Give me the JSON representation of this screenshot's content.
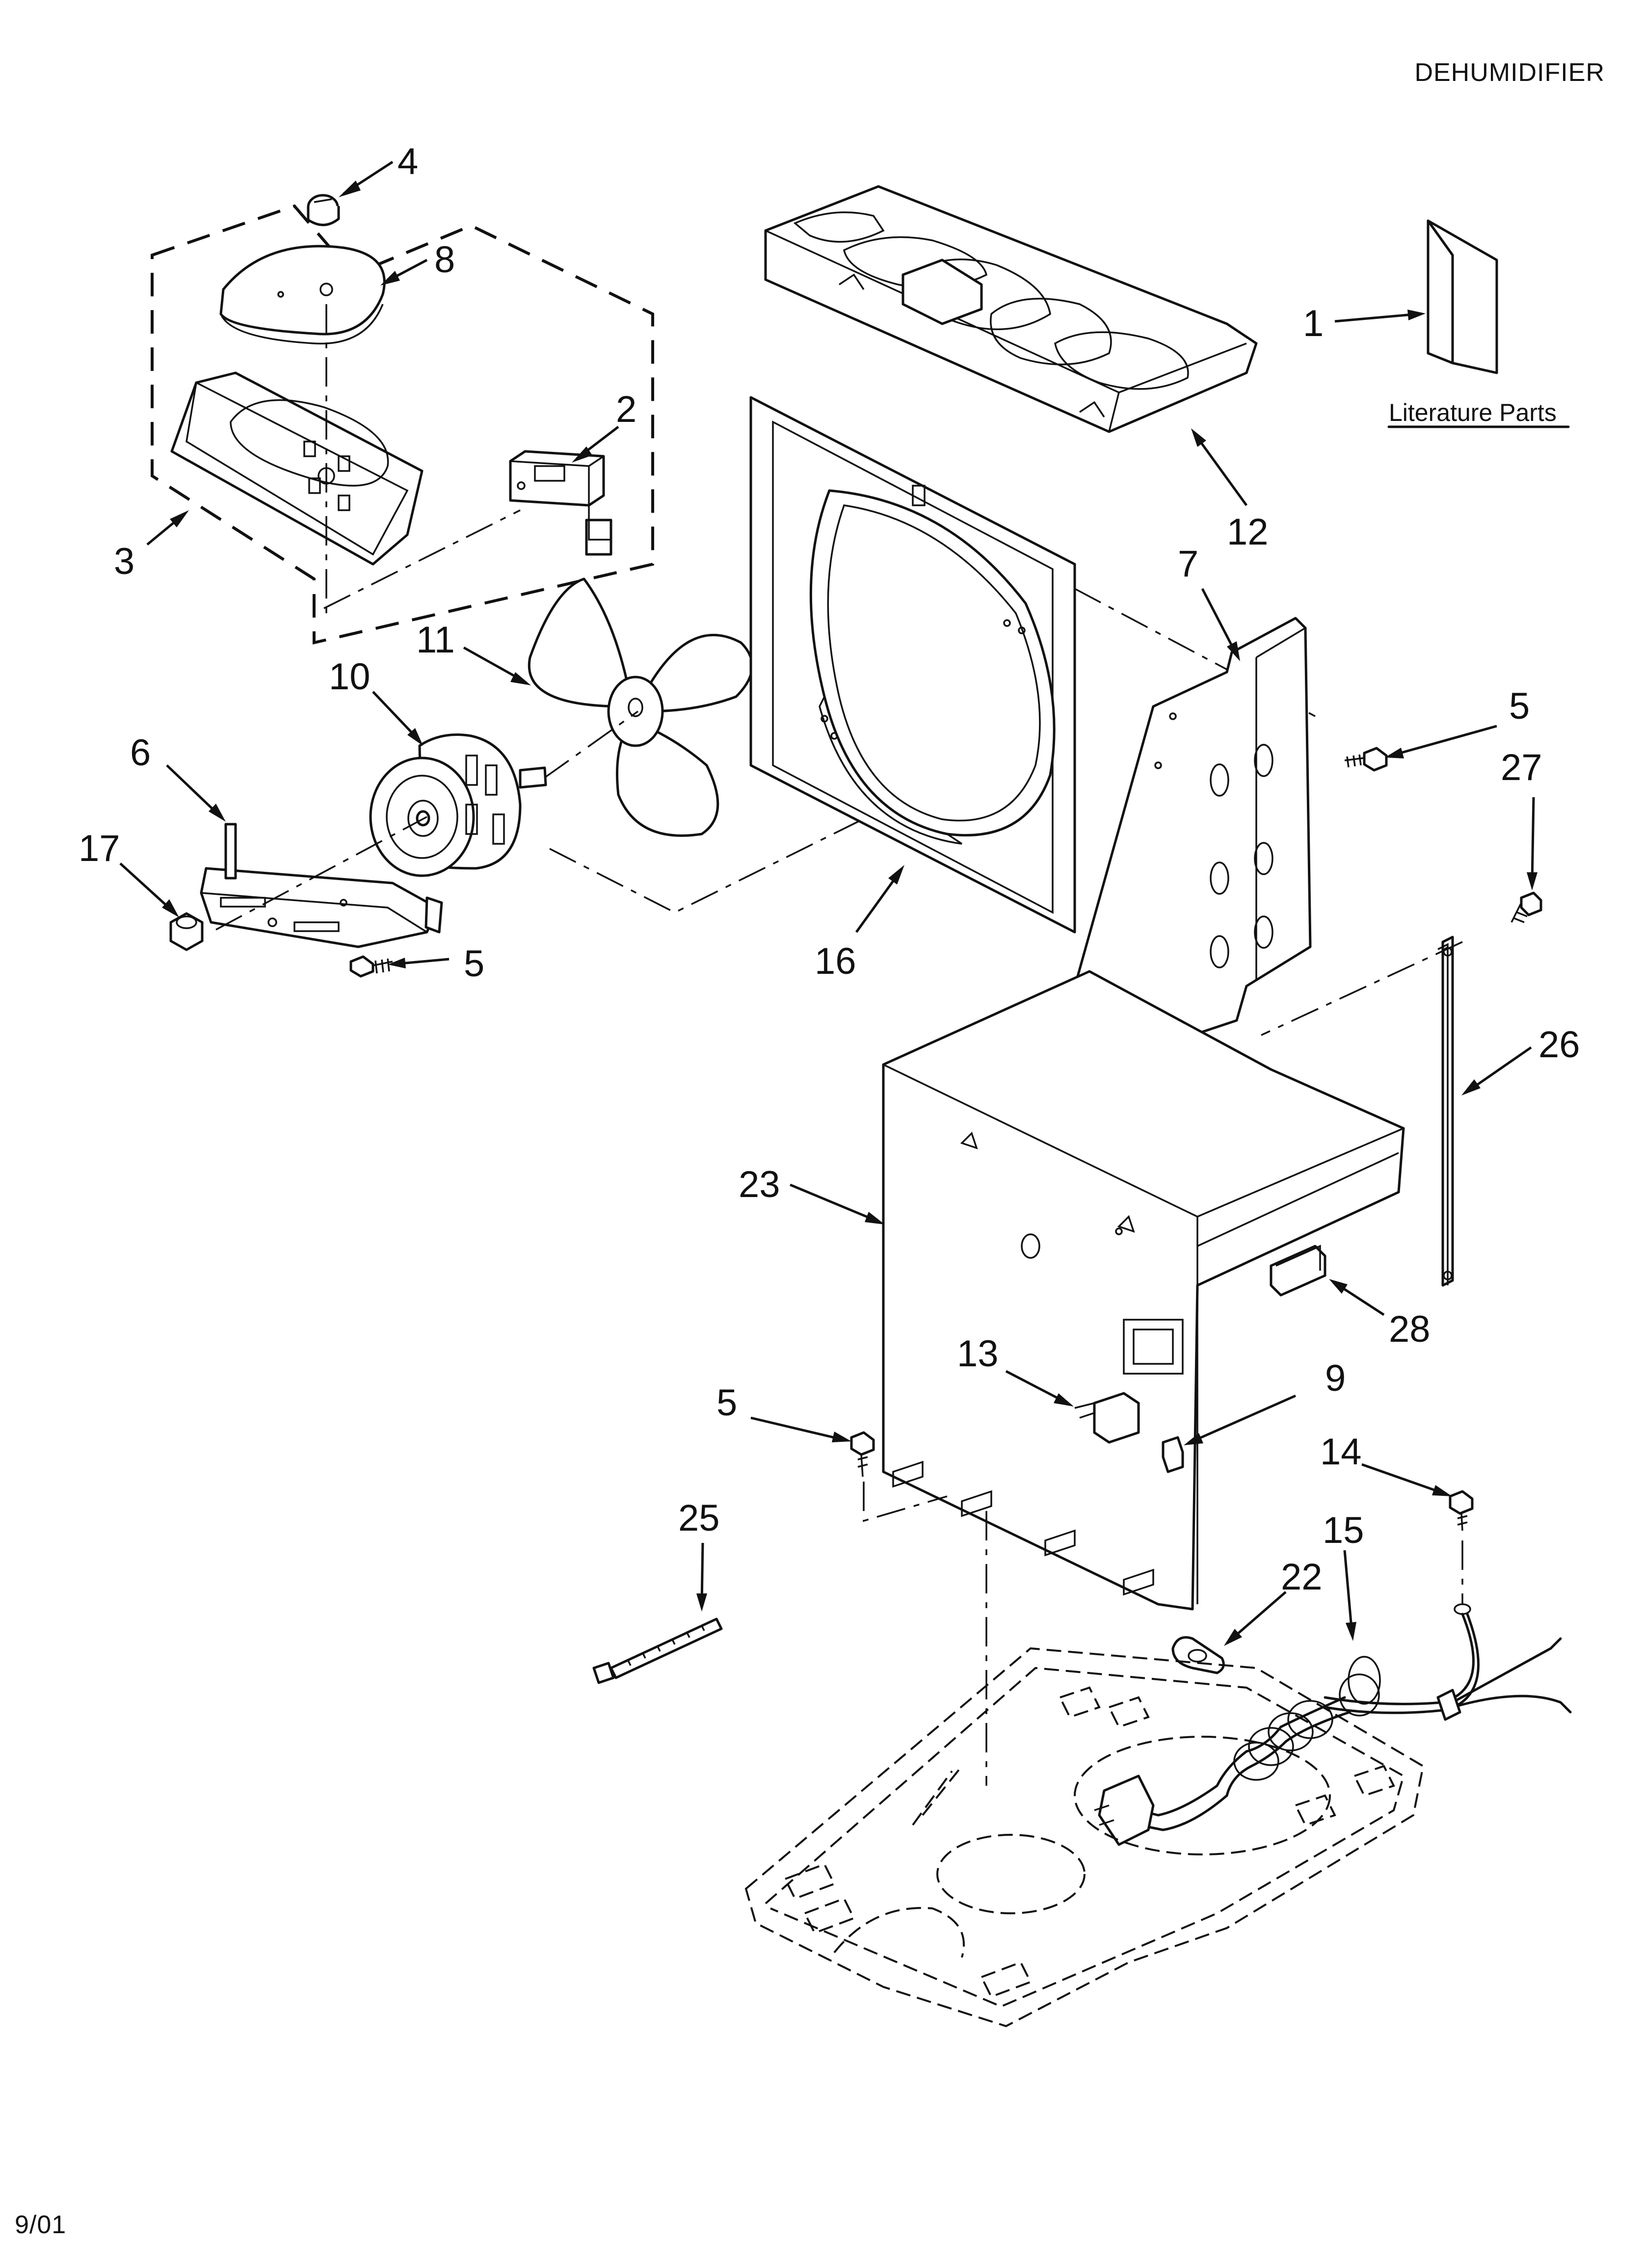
{
  "page": {
    "title": "DEHUMIDIFIER",
    "date": "9/01",
    "literature_label": "Literature Parts"
  },
  "callouts": [
    {
      "id": "c1",
      "label": "1"
    },
    {
      "id": "c2",
      "label": "2"
    },
    {
      "id": "c3",
      "label": "3"
    },
    {
      "id": "c4",
      "label": "4"
    },
    {
      "id": "c5a",
      "label": "5"
    },
    {
      "id": "c5b",
      "label": "5"
    },
    {
      "id": "c5c",
      "label": "5"
    },
    {
      "id": "c6",
      "label": "6"
    },
    {
      "id": "c7",
      "label": "7"
    },
    {
      "id": "c8",
      "label": "8"
    },
    {
      "id": "c9",
      "label": "9"
    },
    {
      "id": "c10",
      "label": "10"
    },
    {
      "id": "c11",
      "label": "11"
    },
    {
      "id": "c12",
      "label": "12"
    },
    {
      "id": "c13",
      "label": "13"
    },
    {
      "id": "c14",
      "label": "14"
    },
    {
      "id": "c15",
      "label": "15"
    },
    {
      "id": "c16",
      "label": "16"
    },
    {
      "id": "c17",
      "label": "17"
    },
    {
      "id": "c22",
      "label": "22"
    },
    {
      "id": "c23",
      "label": "23"
    },
    {
      "id": "c25",
      "label": "25"
    },
    {
      "id": "c26",
      "label": "26"
    },
    {
      "id": "c27",
      "label": "27"
    },
    {
      "id": "c28",
      "label": "28"
    }
  ]
}
